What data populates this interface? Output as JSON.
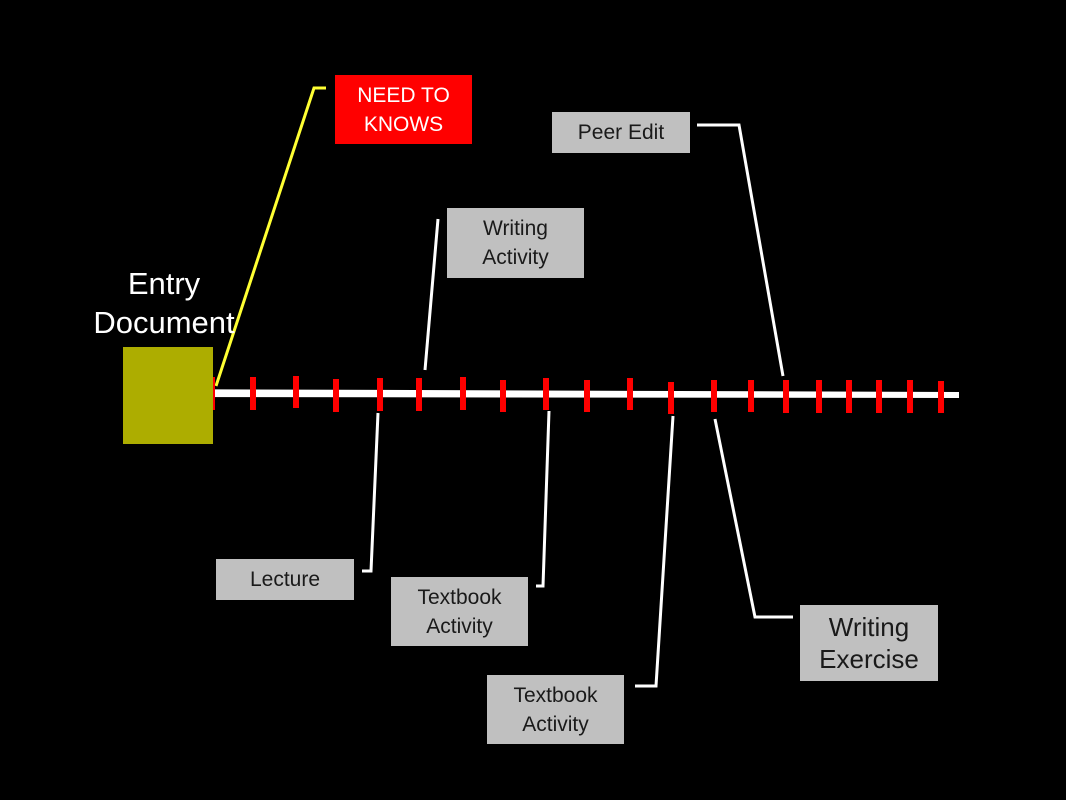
{
  "entry": {
    "title": "Entry\nDocument",
    "box_color": "#adad00"
  },
  "colors": {
    "background": "#000000",
    "timeline": "#ffffff",
    "timeline_start": "#ffff33",
    "tick": "#ff0000",
    "connector": "#ffffff",
    "connector_highlight": "#ffff33",
    "box_fill": "#c0c0c0",
    "highlight_box_fill": "#ff0000"
  },
  "labels": {
    "need_to_knows": "NEED TO\nKNOWS",
    "peer_edit": "Peer Edit",
    "writing_activity": "Writing\nActivity",
    "lecture": "Lecture",
    "textbook_activity_1": "Textbook\nActivity",
    "textbook_activity_2": "Textbook\nActivity",
    "writing_exercise": "Writing\nExercise"
  },
  "tick_count": 21
}
